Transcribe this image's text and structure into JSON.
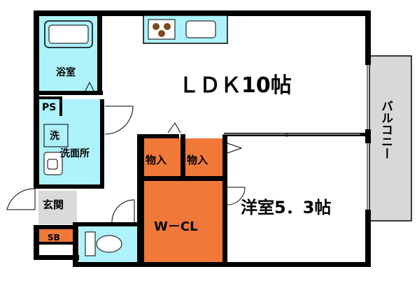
{
  "rooms": {
    "ldk": "ＬＤＫ10帖",
    "bathroom": "浴室",
    "ps": "PS",
    "washer": "洗",
    "washroom": "洗面所",
    "storage_1": "物入",
    "storage_2": "物入",
    "bedroom": "洋室5．3帖",
    "wcl": "W－CL",
    "entrance": "玄関",
    "shoe_box": "SB",
    "balcony": "バルコニー"
  },
  "colors": {
    "wall": "#000000",
    "wet_area": "#aef2fb",
    "storage": "#f07838",
    "entrance_floor": "#d9d9d9",
    "balcony": "#d8d8d8",
    "kitchen_counter": "#aef2fb",
    "stove_burner": "#7b4a20"
  },
  "icons": {
    "bathtub": "bathtub-icon",
    "kitchen_stove": "stove-icon",
    "kitchen_sink": "sink-icon",
    "washbasin": "washbasin-icon",
    "toilet": "toilet-icon"
  }
}
